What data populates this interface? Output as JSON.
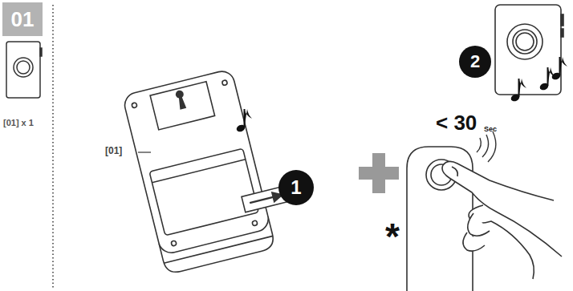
{
  "diagram": {
    "nodes": [
      {
        "text": [
          "01"
        ]
      },
      {
        "text": [
          "1"
        ]
      },
      {
        "text": [
          "2"
        ]
      }
    ],
    "labels": [
      "[01] x 1",
      "[01]",
      "< 30",
      "Sec",
      "*"
    ]
  }
}
